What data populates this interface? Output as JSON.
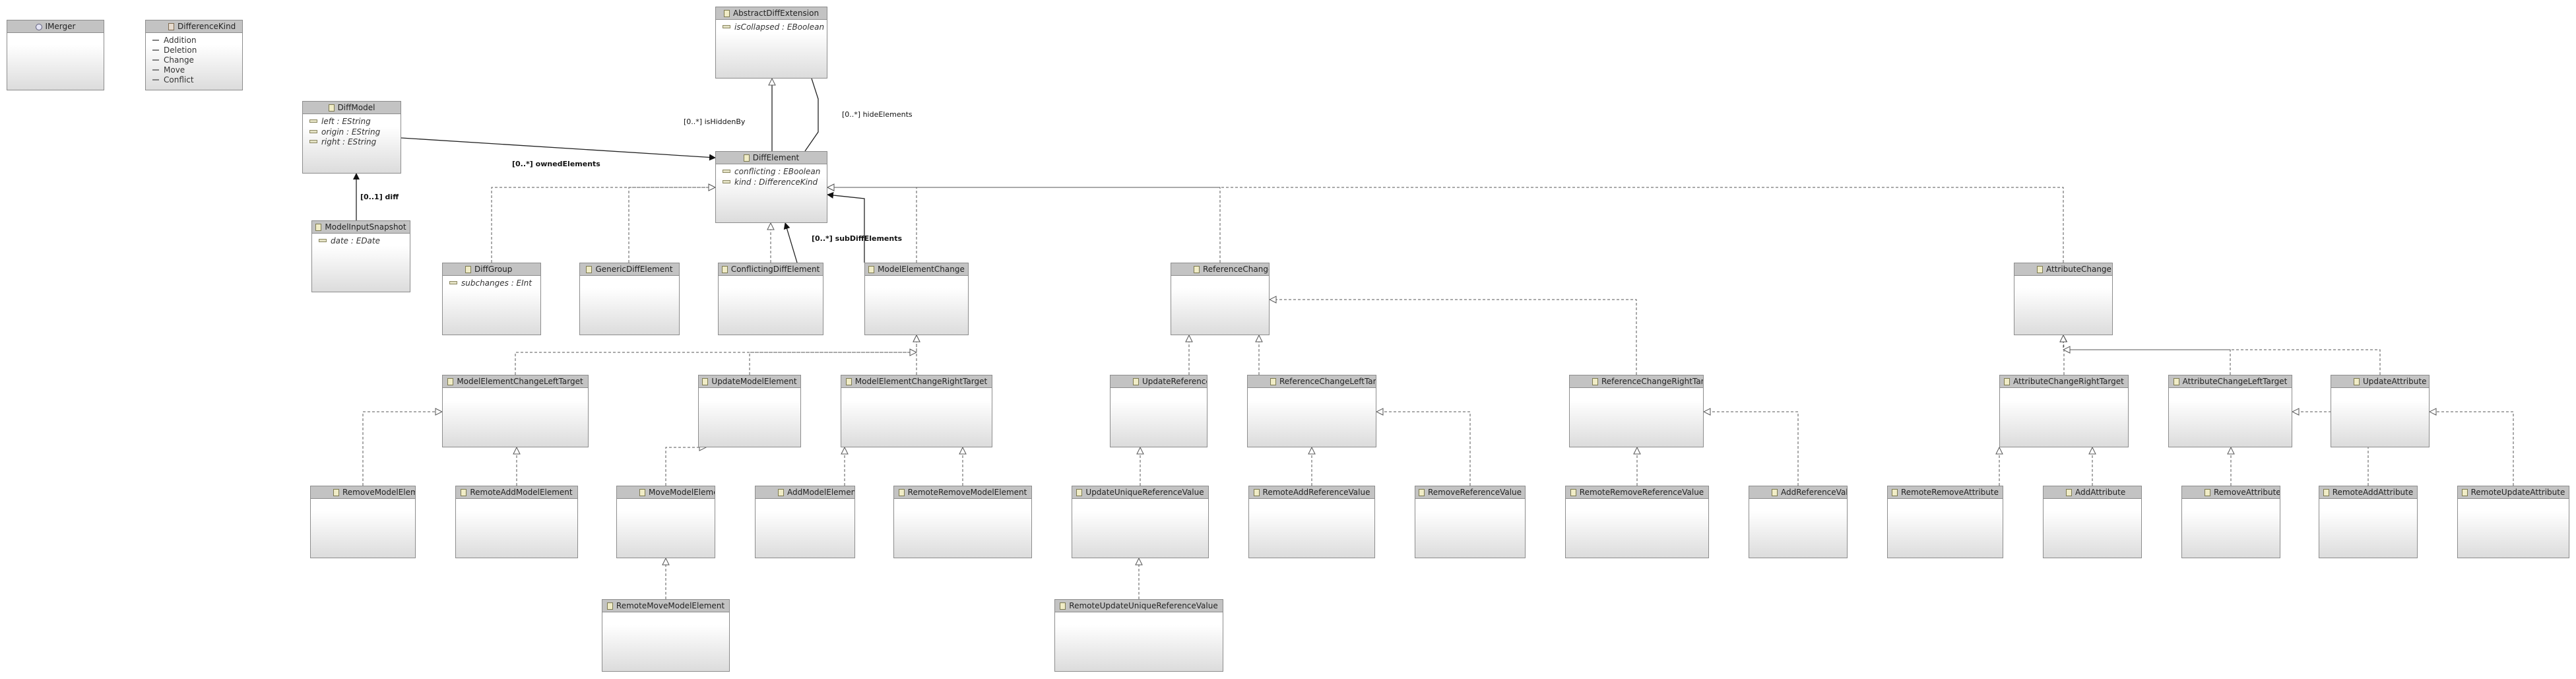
{
  "classes": {
    "imerger": {
      "name": "IMerger",
      "kind": "interface"
    },
    "differencekind": {
      "name": "DifferenceKind",
      "kind": "enum",
      "literals": [
        "Addition",
        "Deletion",
        "Change",
        "Move",
        "Conflict"
      ]
    },
    "abstractdiffextension": {
      "name": "AbstractDiffExtension",
      "attributes": [
        "isCollapsed : EBoolean"
      ]
    },
    "diffmodel": {
      "name": "DiffModel",
      "attributes": [
        "left : EString",
        "origin : EString",
        "right : EString"
      ]
    },
    "diffelement": {
      "name": "DiffElement",
      "attributes": [
        "conflicting : EBoolean",
        "kind : DifferenceKind"
      ]
    },
    "modelinputsnapshot": {
      "name": "ModelInputSnapshot",
      "attributes": [
        "date : EDate"
      ]
    },
    "diffgroup": {
      "name": "DiffGroup",
      "attributes": [
        "subchanges : EInt"
      ]
    },
    "genericdiffelement": {
      "name": "GenericDiffElement"
    },
    "conflictingdiffelement": {
      "name": "ConflictingDiffElement"
    },
    "modelelementchange": {
      "name": "ModelElementChange"
    },
    "referencechange": {
      "name": "ReferenceChange"
    },
    "attributechange": {
      "name": "AttributeChange"
    },
    "modelelementchangelefttarget": {
      "name": "ModelElementChangeLeftTarget"
    },
    "updatemodelelement": {
      "name": "UpdateModelElement"
    },
    "modelelementchangerighttarget": {
      "name": "ModelElementChangeRightTarget"
    },
    "updatereference": {
      "name": "UpdateReference"
    },
    "referencechangelefttarget": {
      "name": "ReferenceChangeLeftTarget"
    },
    "referencechangerighttarget": {
      "name": "ReferenceChangeRightTarget"
    },
    "attributechangerighttarget": {
      "name": "AttributeChangeRightTarget"
    },
    "attributechangelefttarget": {
      "name": "AttributeChangeLeftTarget"
    },
    "updateattribute": {
      "name": "UpdateAttribute"
    },
    "removemodelelement": {
      "name": "RemoveModelElement"
    },
    "remoteaddmodelelement": {
      "name": "RemoteAddModelElement"
    },
    "movemodelelement": {
      "name": "MoveModelElement"
    },
    "addmodelelement": {
      "name": "AddModelElement"
    },
    "remoteremovemodelelement": {
      "name": "RemoteRemoveModelElement"
    },
    "updateuniquereferencevalue": {
      "name": "UpdateUniqueReferenceValue"
    },
    "remoteaddreferencevalue": {
      "name": "RemoteAddReferenceValue"
    },
    "removereferencevalue": {
      "name": "RemoveReferenceValue"
    },
    "remoteremovereferencevalue": {
      "name": "RemoteRemoveReferenceValue"
    },
    "addreferencevalue": {
      "name": "AddReferenceValue"
    },
    "remoteremoveattribute": {
      "name": "RemoteRemoveAttribute"
    },
    "addattribute": {
      "name": "AddAttribute"
    },
    "removeattribute": {
      "name": "RemoveAttribute"
    },
    "remoteaddattribute": {
      "name": "RemoteAddAttribute"
    },
    "remoteupdateattribute": {
      "name": "RemoteUpdateAttribute"
    },
    "remotemovemodelelement": {
      "name": "RemoteMoveModelElement"
    },
    "remoteupdateuniquereferencevalue": {
      "name": "RemoteUpdateUniqueReferenceValue"
    }
  },
  "edge_labels": {
    "is_hidden_by": "[0..*] isHiddenBy",
    "hide_elements": "[0..*] hideElements",
    "owned_elements": "[0..*] ownedElements",
    "diff": "[0..1] diff",
    "sub_diff_elements": "[0..*] subDiffElements"
  }
}
